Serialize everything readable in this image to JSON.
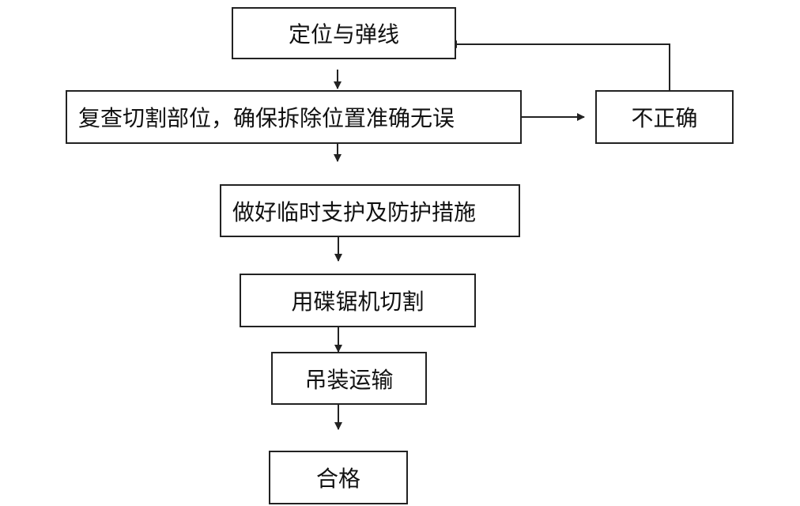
{
  "flowchart": {
    "steps": [
      {
        "label": "定位与弹线"
      },
      {
        "label": "复查切割部位，确保拆除位置准确无误"
      },
      {
        "label": "做好临时支护及防护措施"
      },
      {
        "label": "用碟锯机切割"
      },
      {
        "label": "吊装运输"
      },
      {
        "label": "合格"
      }
    ],
    "branch": {
      "label": "不正确"
    },
    "line_color": "#222222"
  }
}
